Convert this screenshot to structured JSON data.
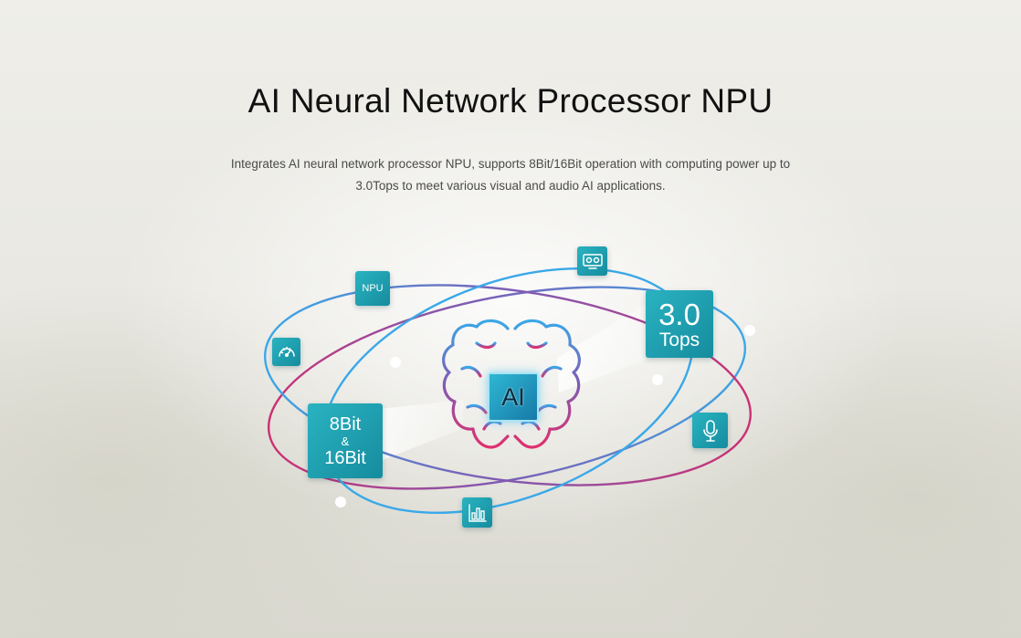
{
  "header": {
    "title": "AI Neural Network Processor NPU",
    "description": "Integrates AI neural network processor NPU, supports 8Bit/16Bit operation with computing power up to 3.0Tops to meet various visual and audio AI applications."
  },
  "diagram": {
    "center_label": "AI",
    "tops_value": "3.0",
    "tops_unit": "Tops",
    "bits_first": "8Bit",
    "bits_amp": "&",
    "bits_second": "16Bit",
    "npu_label": "NPU",
    "icons": [
      "gauge-icon",
      "camera-icon",
      "microphone-icon",
      "bar-chart-icon",
      "brain-icon"
    ],
    "colors": {
      "badge": "#1f9fb0",
      "orbit_blue": "#3aa8e8",
      "orbit_purple": "#7f5bb3",
      "orbit_magenta": "#cc2f73"
    }
  }
}
